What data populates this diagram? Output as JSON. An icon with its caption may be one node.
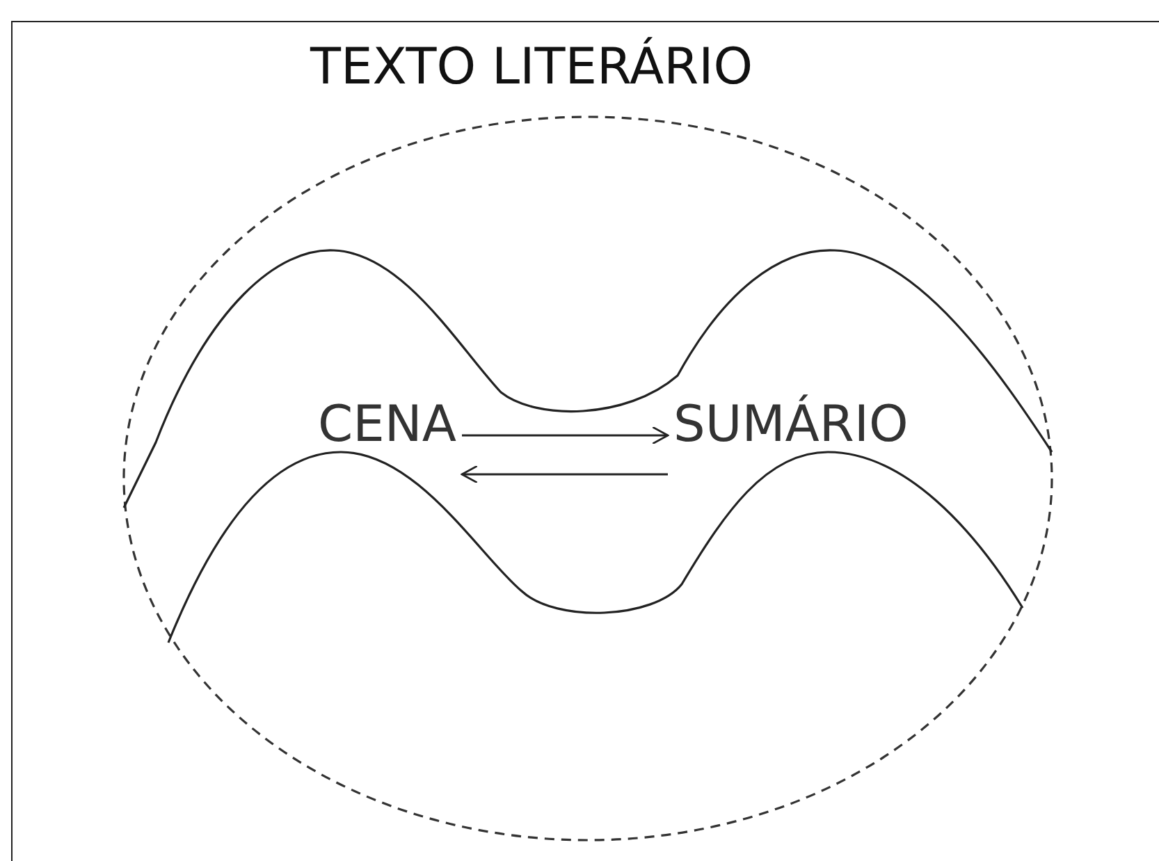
{
  "diagram": {
    "nodes": [
      {
        "text": [
          "TEXTO LITERÁRIO"
        ]
      },
      {
        "text": [],
        "shape": "band",
        "in": 0
      },
      {
        "text": [
          "CENA"
        ],
        "in": 1
      },
      {
        "text": [
          "SUMÁRIO"
        ],
        "in": 1
      }
    ],
    "edges": [
      {
        "from": 2,
        "to": 3,
        "arrow": "to"
      },
      {
        "from": 3,
        "to": 2,
        "arrow": "to"
      }
    ]
  }
}
